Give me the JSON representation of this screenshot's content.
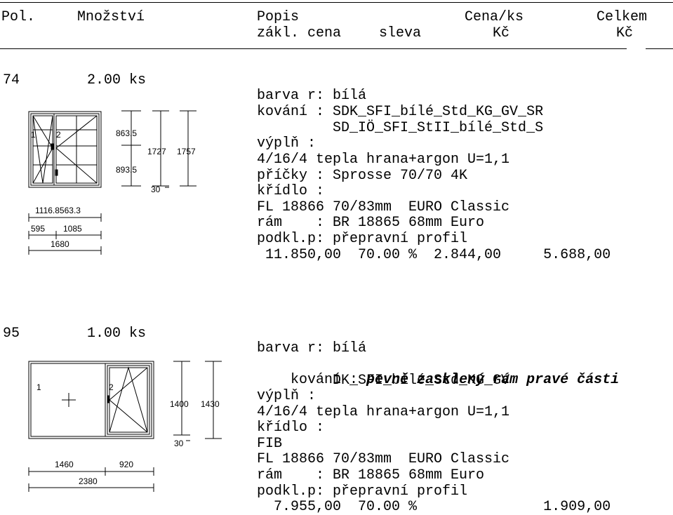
{
  "header": {
    "col_pos": "Pol.",
    "col_qty": "Množství",
    "col_desc": "Popis",
    "col_desc_sub_base": "zákl. cena",
    "col_desc_sub_discount": "sleva",
    "col_price": "Cena/ks",
    "col_price_unit": "Kč",
    "col_total": "Celkem",
    "col_total_unit": "Kč"
  },
  "items": [
    {
      "pos": "74",
      "qty": "2.00 ks",
      "lines": [
        "barva r: bílá",
        "kování : SDK_SFI_bílé_Std_KG_GV_SR",
        "         SD_IÖ_SFI_StII_bílé_Std_S",
        "výplň :",
        "4/16/4 tepla hrana+argon U=1,1",
        "příčky : Sprosse 70/70 4K",
        "křídlo :",
        "FL 18866 70/83mm  EURO Classic",
        "rám    : BR 18865 68mm Euro",
        "podkl.p: přepravní profil"
      ],
      "price_row": " 11.850,00  70.00 %  2.844,00     5.688,00",
      "drawing": {
        "panel1": "1",
        "panel2": "2",
        "dim_h1": "863.5",
        "dim_h2": "893.5",
        "dim_h_inner": "1727",
        "dim_h_outer": "1757",
        "dim_sill": "30",
        "dim_top_labels": "1116.8563.3",
        "dim_w1": "595",
        "dim_w2": "1085",
        "dim_w_total": "1680"
      }
    },
    {
      "pos": "95",
      "qty": "1.00 ks",
      "line1": "barva r: bílá",
      "line2_prefix": "kování : ",
      "line2_italic": "pevně zasklený rám pravé části",
      "lines_rest": [
        "         DK_SFI_bílé_Std_KG_GV",
        "výplň :",
        "4/16/4 tepla hrana+argon U=1,1",
        "křídlo :",
        "FIB",
        "FL 18866 70/83mm  EURO Classic",
        "rám    : BR 18865 68mm Euro",
        "podkl.p: přepravní profil"
      ],
      "price_row": "  7.955,00  70.00 %               1.909,00",
      "drawing": {
        "panel1": "1",
        "panel2": "2",
        "dim_h_inner": "1400",
        "dim_h_outer": "1430",
        "dim_sill": "30",
        "dim_w1": "1460",
        "dim_w2": "920",
        "dim_w_total": "2380"
      }
    }
  ]
}
